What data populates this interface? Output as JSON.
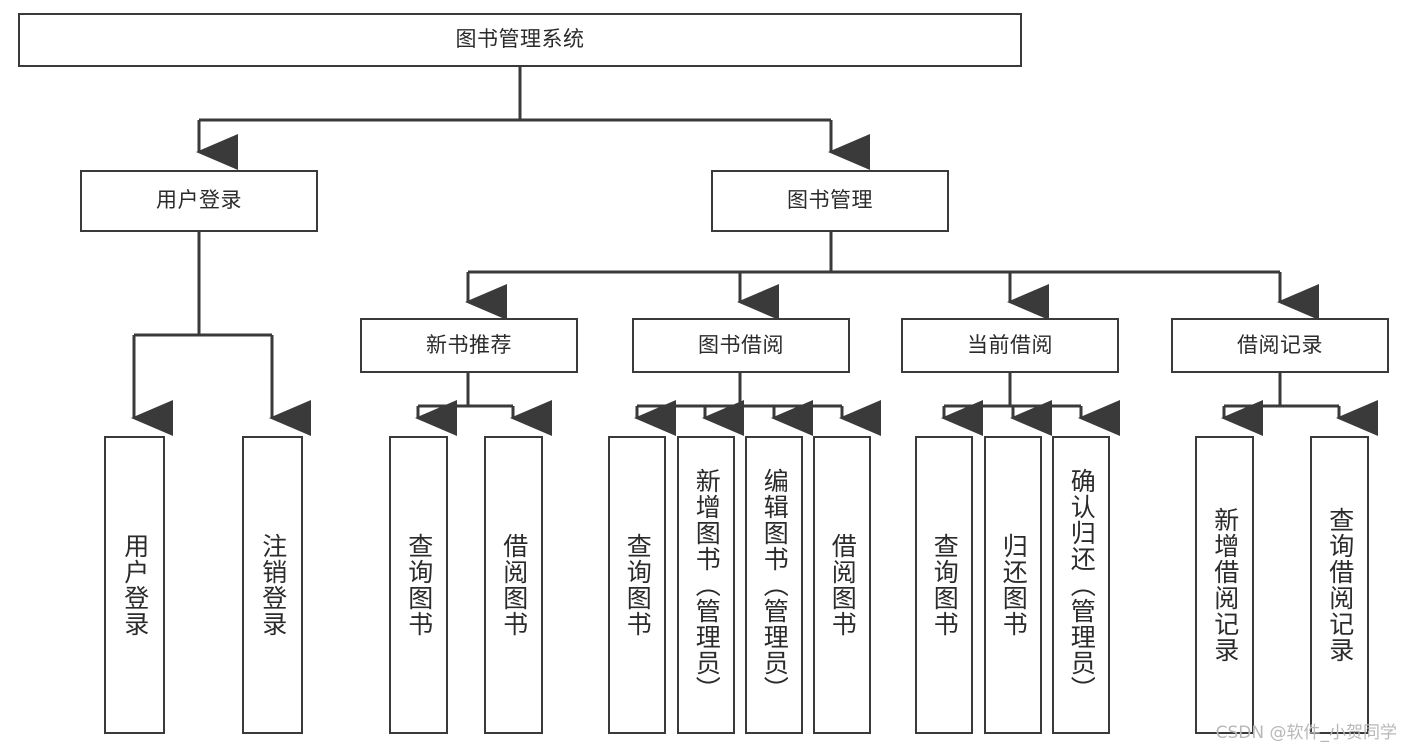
{
  "diagram": {
    "title": "图书管理系统",
    "type": "tree-hierarchy",
    "watermark": "CSDN @软件_小贺同学",
    "colors": {
      "stroke": "#3a3a3a",
      "fill": "#ffffff",
      "text": "#2b2b2b",
      "watermark": "#b8b8b8"
    },
    "nodes": {
      "root": {
        "label": "图书管理系统"
      },
      "level2": [
        {
          "label": "用户登录"
        },
        {
          "label": "图书管理"
        }
      ],
      "level3": [
        {
          "label": "新书推荐"
        },
        {
          "label": "图书借阅"
        },
        {
          "label": "当前借阅"
        },
        {
          "label": "借阅记录"
        }
      ],
      "leaves_user_login": [
        {
          "label": "用户登录"
        },
        {
          "label": "注销登录"
        }
      ],
      "leaves_new_book": [
        {
          "label": "查询图书"
        },
        {
          "label": "借阅图书"
        }
      ],
      "leaves_borrow": [
        {
          "label": "查询图书"
        },
        {
          "label": "新增图书（管理员）"
        },
        {
          "label": "编辑图书（管理员）"
        },
        {
          "label": "借阅图书"
        }
      ],
      "leaves_current": [
        {
          "label": "查询图书"
        },
        {
          "label": "归还图书"
        },
        {
          "label": "确认归还（管理员）"
        }
      ],
      "leaves_records": [
        {
          "label": "新增借阅记录"
        },
        {
          "label": "查询借阅记录"
        }
      ]
    }
  }
}
